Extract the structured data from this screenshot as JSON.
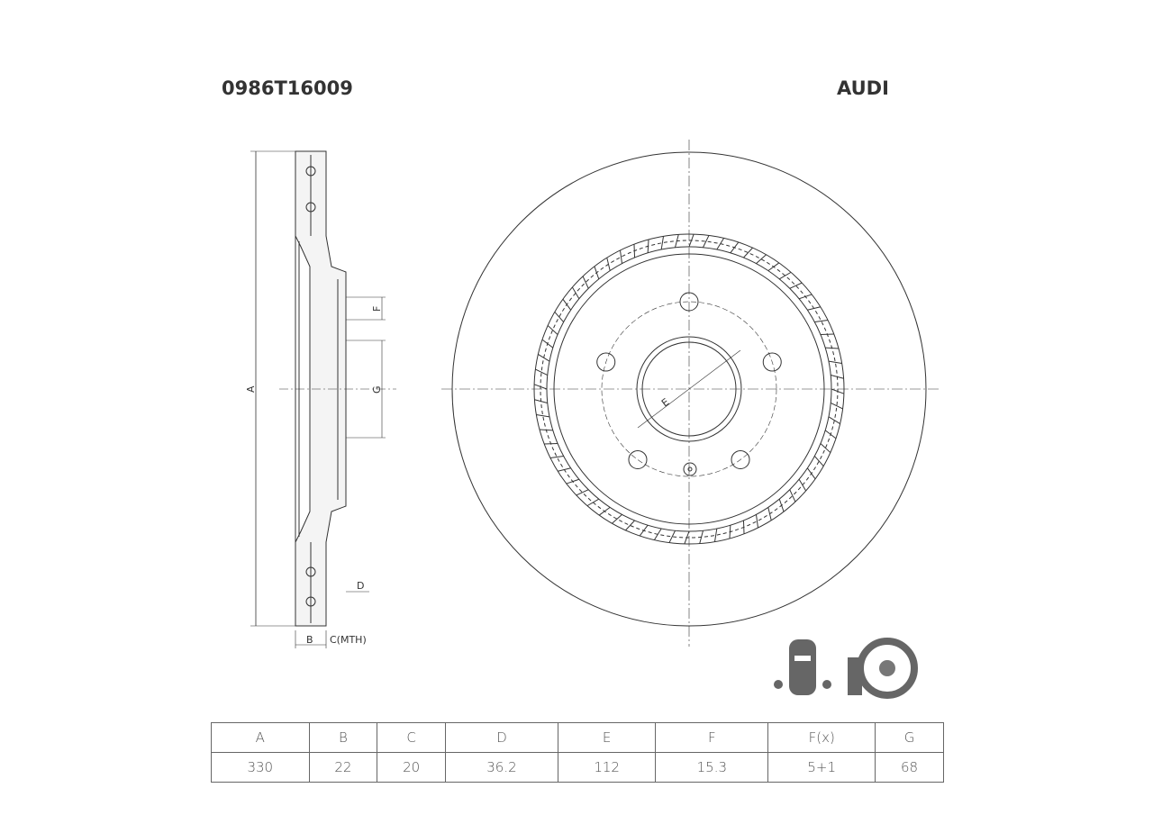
{
  "header": {
    "part_number": "0986T16009",
    "brand": "AUDI"
  },
  "drawing_labels": {
    "a": "A",
    "b": "B",
    "c": "C(MTH)",
    "d": "D",
    "e": "E",
    "f": "F",
    "g": "G"
  },
  "table": {
    "headers": [
      "A",
      "B",
      "C",
      "D",
      "E",
      "F",
      "F(x)",
      "G"
    ],
    "values": [
      "330",
      "22",
      "20",
      "36.2",
      "112",
      "15.3",
      "5+1",
      "68"
    ]
  },
  "icons": [
    "car-front-axle-icon",
    "brake-disc-icon"
  ]
}
